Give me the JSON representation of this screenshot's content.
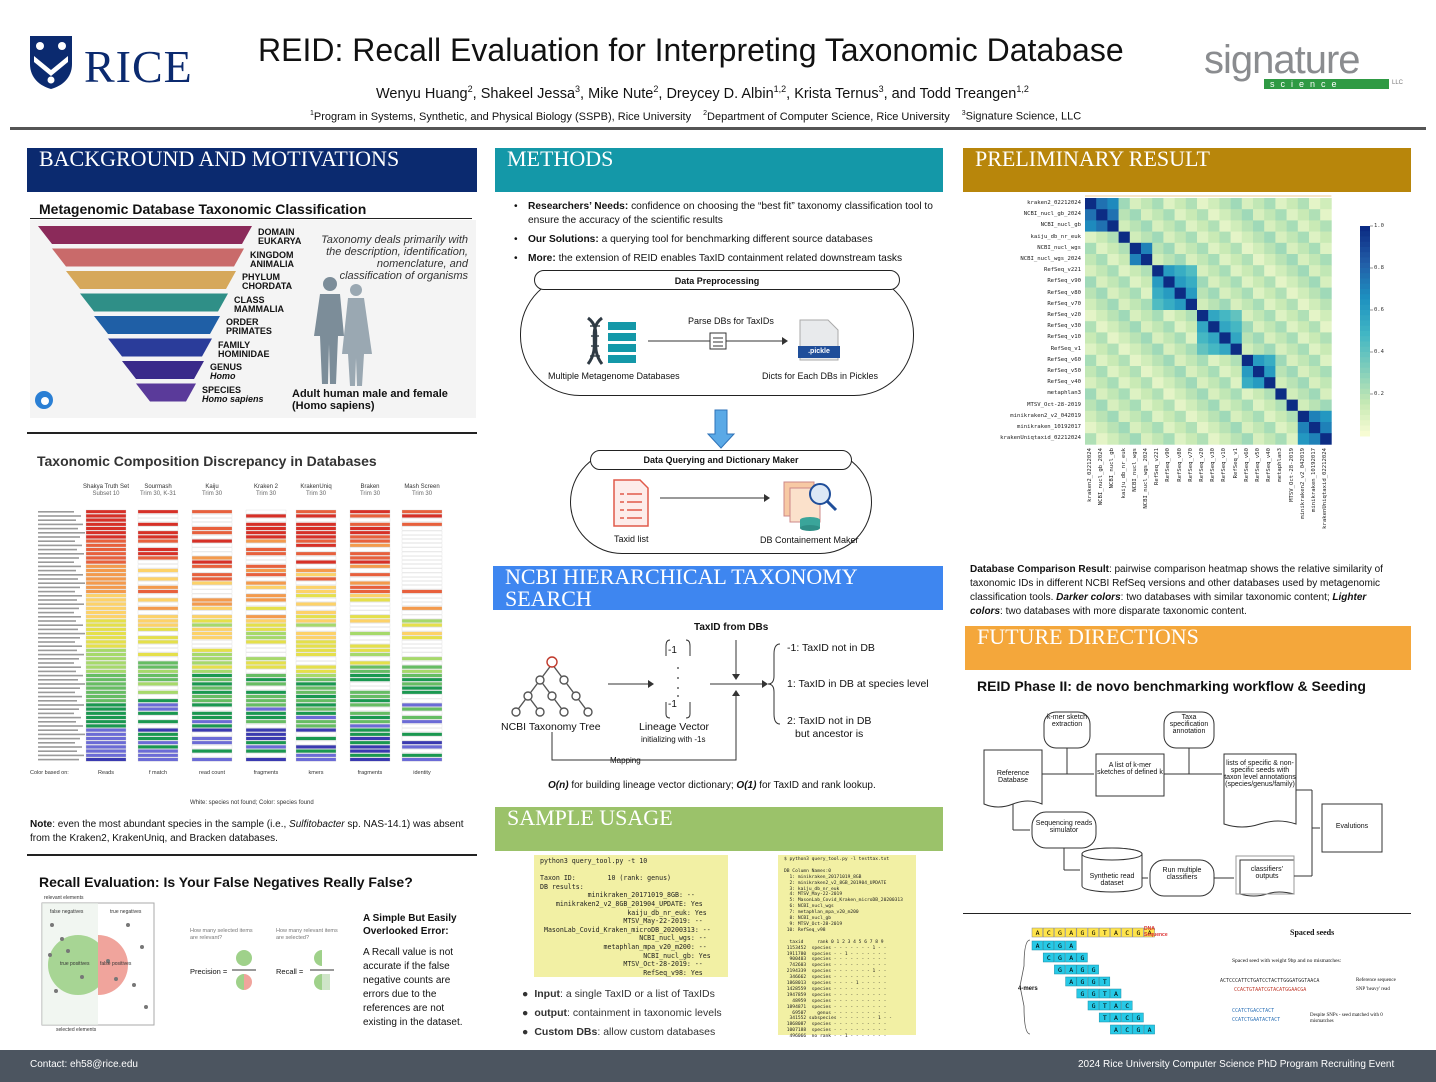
{
  "header": {
    "rice_word": "RICE",
    "title": "REID: Recall Evaluation for Interpreting Taxonomic Database",
    "authors": [
      {
        "name": "Wenyu Huang",
        "sup": "2"
      },
      {
        "name": "Shakeel Jessa",
        "sup": "3"
      },
      {
        "name": "Mike Nute",
        "sup": "2"
      },
      {
        "name": "Dreycey D. Albin",
        "sup": "1,2"
      },
      {
        "name": "Krista Ternus",
        "sup": "3"
      },
      {
        "name": "and Todd Treangen",
        "sup": "1,2"
      }
    ],
    "affiliations": [
      {
        "sup": "1",
        "text": "Program in Systems, Synthetic, and Physical Biology (SSPB), Rice University"
      },
      {
        "sup": "2",
        "text": "Department of Computer Science, Rice University"
      },
      {
        "sup": "3",
        "text": "Signature Science, LLC"
      }
    ],
    "sig_word": "signature",
    "sig_band": "science",
    "sig_llc": "LLC",
    "colors": {
      "rice_blue": "#0b2a6f",
      "sig_green": "#2f9a44"
    }
  },
  "background": {
    "bar": "BACKGROUND AND MOTIVATIONS",
    "subhead1": "Metagenomic Database Taxonomic Classification",
    "ranks": [
      {
        "rank": "DOMAIN",
        "example": "EUKARYA",
        "italic": false,
        "color": "#8b2a5a"
      },
      {
        "rank": "KINGDOM",
        "example": "ANIMALIA",
        "italic": false,
        "color": "#c96a6a"
      },
      {
        "rank": "PHYLUM",
        "example": "CHORDATA",
        "italic": false,
        "color": "#d6a85a"
      },
      {
        "rank": "CLASS",
        "example": "MAMMALIA",
        "italic": false,
        "color": "#2f8f87"
      },
      {
        "rank": "ORDER",
        "example": "PRIMATES",
        "italic": false,
        "color": "#1f5fa6"
      },
      {
        "rank": "FAMILY",
        "example": "HOMINIDAE",
        "italic": false,
        "color": "#2a3c9a"
      },
      {
        "rank": "GENUS",
        "example": "Homo",
        "italic": true,
        "color": "#3a2a8a"
      },
      {
        "rank": "SPECIES",
        "example": "Homo sapiens",
        "italic": true,
        "color": "#5a3a9a"
      }
    ],
    "quote": "Taxonomy deals primarily with the description, identification, nomenclature, and classification of organisms",
    "human_caption_1": "Adult human male and female",
    "human_caption_2": "(Homo sapiens)",
    "subhead2": "Taxonomic Composition Discrepancy in Databases",
    "tools": [
      {
        "name": "Shakya Truth Set",
        "sub": "Subset 10"
      },
      {
        "name": "Sourmash",
        "sub": "Trim 30, K-31"
      },
      {
        "name": "Kaiju",
        "sub": "Trim 30"
      },
      {
        "name": "Kraken 2",
        "sub": "Trim 30"
      },
      {
        "name": "KrakenUniq",
        "sub": "Trim 30"
      },
      {
        "name": "Braken",
        "sub": "Trim 30"
      },
      {
        "name": "Mash Screen",
        "sub": "Trim 30"
      }
    ],
    "color_based_on_label": "Color based on:",
    "color_based_on": [
      "Reads",
      "f match",
      "read count",
      "fragments",
      "kmers",
      "fragments",
      "identity"
    ],
    "precision_recall_label": "Precision\nRecall",
    "fig_caption": "White: species not found; Color: species found",
    "note_prefix": "Note",
    "note_text": ": even the most abundant species in the sample (i.e., ",
    "note_species": "Sulfitobacter",
    "note_text2": " sp. NAS-14.1) was absent from the Kraken2, KrakenUniq, and Bracken databases.",
    "subhead3": "Recall Evaluation: Is Your False Negatives Really False?",
    "venn": {
      "relevant": "relevant elements",
      "false_neg": "false negatives",
      "true_neg": "true negatives",
      "true_pos": "true positives",
      "false_pos": "false positives",
      "selected": "selected elements",
      "q_precision": "How many selected items are relevant?",
      "q_recall": "How many relevant items are selected?",
      "precision": "Precision =",
      "recall": "Recall ="
    },
    "callout_title": "A Simple But Easily Overlooked Error:",
    "callout_text": "A Recall value is not accurate if the false negative counts are errors due to the references are not existing in the dataset."
  },
  "methods": {
    "bar": "METHODS",
    "bullets": [
      {
        "label": "Researchers’ Needs:",
        "text": " confidence on choosing the “best fit” taxonomy classification tool to ensure the accuracy of the scientific results"
      },
      {
        "label": "Our Solutions:",
        "text": " a querying tool for benchmarking different source databases"
      },
      {
        "label": "More:",
        "text": " the extension of REID enables TaxID containment related downstream tasks"
      }
    ],
    "pre_title": "Data Preprocessing",
    "pre_parse": "Parse DBs for TaxIDs",
    "pre_left": "Multiple Metagenome Databases",
    "pre_right": "Dicts for Each DBs in Pickles",
    "pickle": ".pickle",
    "query_title": "Data Querying and Dictionary Maker",
    "query_left": "Taxid list",
    "query_right": "DB Containement Maker"
  },
  "ncbi": {
    "bar": "NCBI HIERARCHICAL TAXONOMY SEARCH",
    "taxid_title": "TaxID from DBs",
    "tree_label": "NCBI Taxonomy Tree",
    "vector_label": "Lineage Vector",
    "vector_sub": "initializing with -1s",
    "mapping": "Mapping",
    "vec_top": "-1",
    "vec_bottom": "-1",
    "out1": "-1: TaxID not in DB",
    "out2": "1: TaxID in DB at species level",
    "out3a": "2: TaxID not in DB",
    "out3b": "but ancestor is",
    "complexity_a": "O(n)",
    "complexity_b": " for building lineage vector dictionary; ",
    "complexity_c": "O(1)",
    "complexity_d": " for TaxID and rank lookup."
  },
  "sample": {
    "bar": "SAMPLE USAGE",
    "code1": "python3 query_tool.py -t 10\n\nTaxon ID:        10 (rank: genus)\nDB results:\n            minikraken_20171019_8GB: --\n    minikraken2_v2_8GB_201904_UPDATE: Yes\n                      kaiju_db_nr_euk: Yes\n                     MTSV_May-22-2019: --\n MasonLab_Covid_Kraken_microDB_20200313: --\n                         NCBI_nucl_wgs: --\n                metaphlan_mpa_v20_m200: --\n                          NCBI_nucl_gb: Yes\n                     MTSV_Oct-28-2019: --\n                          RefSeq_v98: Yes",
    "code2": "$ python3 query_tool.py -l testtax.txt\n\nDB Column Names:0\n  1: minikraken_20171019_8GB\n  2: minikraken2_v2_8GB_201904_UPDATE\n  3: kaiju_db_nr_euk\n  4: MTSV_May-22-2019\n  5: MasonLab_Covid_Kraken_microDB_20200313\n  6: NCBI_nucl_wgs\n  7: metaphlan_mpa_v20_m200\n  8: NCBI_nucl_gb\n  9: MTSV_Oct-28-2019\n 10: RefSeq_v98\n\n  taxid     rank 0 1 2 3 4 5 6 7 8 9\n 1153452  species - - - - - - - 1 - -\n 1911780  species - - 1 - - - - - - -\n  900403  species - - - - - - - - - -\n  742603  species - - - - - - - - - -\n 2194339  species - - - - - - - 1 - -\n  346662  species - - - - - - - - - -\n 1868013  species - - - - 1 - - - - -\n 1428559  species - - - - - - - - - -\n 1947859  species - - - - - - - - - -\n   48959  species - - - - - - - - - -\n 1894871  species - - - - - - - - - -\n   69507    genus - - - - - - - - - -\n  341552 subspecies - - - - - - - 1 - -\n 1868087  species - - - - - - - - - -\n 1007188  species - - - - - - - - - -\n  496066  no rank - - 1 - - - - - - -",
    "bullets": [
      {
        "label": "Input",
        "text": ": a single TaxID or a list of TaxIDs"
      },
      {
        "label": "output",
        "text": ": containment in taxonomic levels"
      },
      {
        "label": "Custom DBs",
        "text": ": allow custom databases"
      }
    ]
  },
  "prelim": {
    "bar": "PRELIMINARY RESULT",
    "caption_a": "Database Comparison Result",
    "caption_b": ": pairwise comparison heatmap shows the relative similarity of taxonomic IDs in different NCBI RefSeq versions and other databases used by metagenomic classification tools. ",
    "caption_c": "Darker colors",
    "caption_d": ": two databases with similar taxonomic content; ",
    "caption_e": "Lighter colors",
    "caption_f": ": two databases with more disparate taxonomic content."
  },
  "chart_data": {
    "type": "heatmap",
    "title": "",
    "xlabel": "",
    "ylabel": "",
    "categories": [
      "kraken2_02212024",
      "NCBI_nucl_gb_2024",
      "NCBI_nucl_gb",
      "kaiju_db_nr_euk",
      "NCBI_nucl_wgs",
      "NCBI_nucl_wgs_2024",
      "RefSeq_v221",
      "RefSeq_v90",
      "RefSeq_v80",
      "RefSeq_v70",
      "RefSeq_v20",
      "RefSeq_v30",
      "RefSeq_v10",
      "RefSeq_v1",
      "RefSeq_v60",
      "RefSeq_v50",
      "RefSeq_v40",
      "metaphlan3",
      "MTSV_Oct-28-2019",
      "minikraken2_v2_042019",
      "minikraken_10192017",
      "krakenUniqtaxid_02212024"
    ],
    "colorbar_ticks": [
      "1.0",
      "0.8",
      "0.6",
      "0.4",
      "0.2"
    ],
    "colorbar_range": [
      0,
      1
    ],
    "colormap": "YlGnBu",
    "blocks": [
      [
        0,
        2,
        0.85
      ],
      [
        4,
        5,
        0.8
      ],
      [
        6,
        9,
        0.7
      ],
      [
        10,
        13,
        0.65
      ],
      [
        14,
        16,
        0.7
      ],
      [
        19,
        21,
        0.8
      ]
    ]
  },
  "future": {
    "bar": "FUTURE DIRECTIONS",
    "subhead": "REID Phase II: de novo benchmarking workflow & Seeding",
    "nodes": {
      "ref": "Reference Database",
      "kmer": "k-mer sketch extraction",
      "taxa": "Taxa specification annotation",
      "list_kmers": "A list of k-mer sketches of defined k",
      "lists_seeds": "lists of specific & non-specific seeds with taxon level annotations (species/genus/family)",
      "seq_sim": "Sequencing reads simulator",
      "synth": "Synthetic read dataset",
      "run": "Run multiple classifiers",
      "outputs": "classifiers’ outputs",
      "eval": "Evalutions"
    },
    "dna": "ACGAGGTACGA",
    "dna_label": "DNA Sequence",
    "kmers": [
      "ACGA",
      "CGAG",
      "GAGG",
      "AGGT",
      "GGTA",
      "GTAC",
      "TACG",
      "ACGA"
    ],
    "kmers_label": "4-mers",
    "spaced_title": "Spaced seeds",
    "spaced_line": "Spaced seed with weight 9bp and no mismatches:",
    "ref_seq": "ACTCCCATTCTGATCCTACTTGGGATGGTAACA",
    "snp_seq": "CCACTGTAATCGTACATGGAACGA",
    "ref_label": "Reference sequence",
    "snp_label": "SNP 'heavy' read",
    "seed1": "CCATCTGACCTACT",
    "seed2": "CCATCTGAATACTACT",
    "despite": "Despite SNPs - seed matched with 0 mismatches"
  },
  "footer": {
    "contact": "Contact: eh58@rice.edu",
    "event": "2024 Rice University Computer Science PhD Program Recruiting Event"
  }
}
